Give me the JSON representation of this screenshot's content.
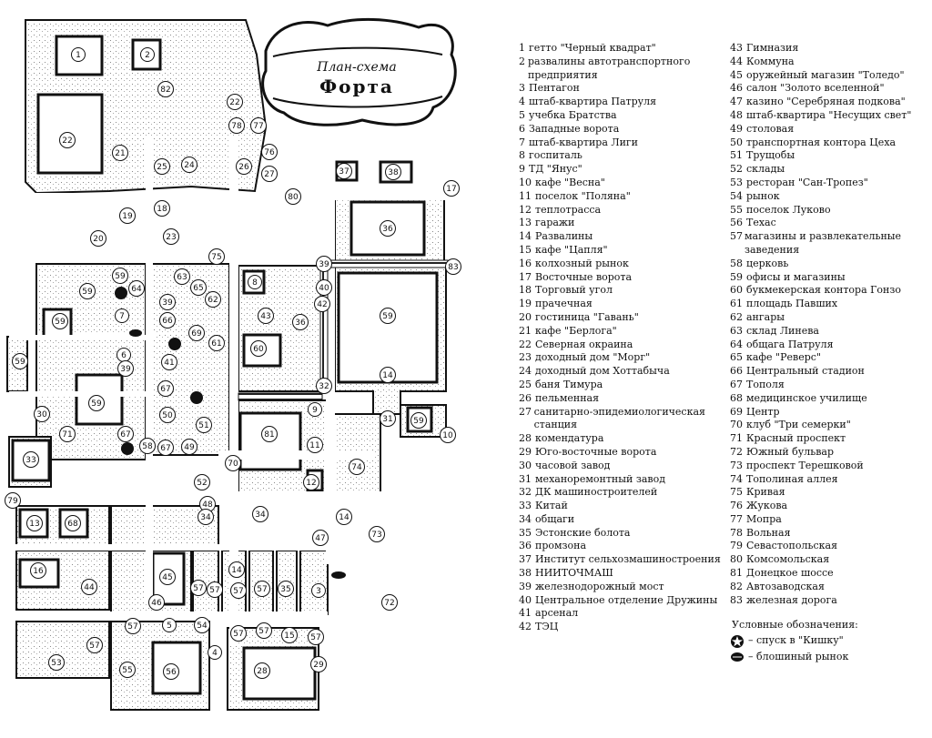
{
  "title": {
    "line1": "План-схема",
    "line2": "Форта"
  },
  "legend": {
    "items": [
      {
        "n": "1",
        "text": "гетто \"Черный квадрат\""
      },
      {
        "n": "2",
        "text": "развалины автотранспортного предприятия"
      },
      {
        "n": "3",
        "text": "Пентагон"
      },
      {
        "n": "4",
        "text": "штаб-квартира Патруля"
      },
      {
        "n": "5",
        "text": "учебка Братства"
      },
      {
        "n": "6",
        "text": "Западные ворота"
      },
      {
        "n": "7",
        "text": "штаб-квартира Лиги"
      },
      {
        "n": "8",
        "text": "госпиталь"
      },
      {
        "n": "9",
        "text": "ТД \"Янус\""
      },
      {
        "n": "10",
        "text": "кафе \"Весна\""
      },
      {
        "n": "11",
        "text": "поселок \"Поляна\""
      },
      {
        "n": "12",
        "text": "теплотрасса"
      },
      {
        "n": "13",
        "text": "гаражи"
      },
      {
        "n": "14",
        "text": "Развалины"
      },
      {
        "n": "15",
        "text": "кафе \"Цапля\""
      },
      {
        "n": "16",
        "text": "колхозный рынок"
      },
      {
        "n": "17",
        "text": "Восточные ворота"
      },
      {
        "n": "18",
        "text": "Торговый угол"
      },
      {
        "n": "19",
        "text": "прачечная"
      },
      {
        "n": "20",
        "text": "гостиница \"Гавань\""
      },
      {
        "n": "21",
        "text": "кафе \"Берлога\""
      },
      {
        "n": "22",
        "text": "Северная окраина"
      },
      {
        "n": "23",
        "text": "доходный дом \"Морг\""
      },
      {
        "n": "24",
        "text": "доходный дом Хоттабыча"
      },
      {
        "n": "25",
        "text": "баня Тимура"
      },
      {
        "n": "26",
        "text": "пельменная"
      },
      {
        "n": "27",
        "text": "санитарно-эпидемиологическая станция"
      },
      {
        "n": "28",
        "text": "комендатура"
      },
      {
        "n": "29",
        "text": "Юго-восточные ворота"
      },
      {
        "n": "30",
        "text": "часовой завод"
      },
      {
        "n": "31",
        "text": "механоремонтный завод"
      },
      {
        "n": "32",
        "text": "ДК машиностроителей"
      },
      {
        "n": "33",
        "text": "Китай"
      },
      {
        "n": "34",
        "text": "общаги"
      },
      {
        "n": "35",
        "text": "Эстонские болота"
      },
      {
        "n": "36",
        "text": "промзона"
      },
      {
        "n": "37",
        "text": "Институт сельхозмашиностроения"
      },
      {
        "n": "38",
        "text": "НИИТОЧМАШ"
      },
      {
        "n": "39",
        "text": "железнодорожный мост"
      },
      {
        "n": "40",
        "text": "Центральное отделение Дружины"
      },
      {
        "n": "41",
        "text": "арсенал"
      },
      {
        "n": "42",
        "text": "ТЭЦ"
      },
      {
        "n": "43",
        "text": "Гимназия"
      },
      {
        "n": "44",
        "text": "Коммуна"
      },
      {
        "n": "45",
        "text": "оружейный магазин \"Толедо\""
      },
      {
        "n": "46",
        "text": "салон \"Золото вселенной\""
      },
      {
        "n": "47",
        "text": "казино \"Серебряная подкова\""
      },
      {
        "n": "48",
        "text": "штаб-квартира \"Несущих свет\""
      },
      {
        "n": "49",
        "text": "столовая"
      },
      {
        "n": "50",
        "text": "транспортная контора Цеха"
      },
      {
        "n": "51",
        "text": "Трущобы"
      },
      {
        "n": "52",
        "text": "склады"
      },
      {
        "n": "53",
        "text": "ресторан \"Сан-Тропез\""
      },
      {
        "n": "54",
        "text": "рынок"
      },
      {
        "n": "55",
        "text": "поселок Луково"
      },
      {
        "n": "56",
        "text": "Техас"
      },
      {
        "n": "57",
        "text": "магазины и развлекательные заведения"
      },
      {
        "n": "58",
        "text": "церковь"
      },
      {
        "n": "59",
        "text": "офисы и магазины"
      },
      {
        "n": "60",
        "text": "букмекерская контора Гонзо"
      },
      {
        "n": "61",
        "text": "площадь Павших"
      },
      {
        "n": "62",
        "text": "ангары"
      },
      {
        "n": "63",
        "text": "склад Линева"
      },
      {
        "n": "64",
        "text": "общага Патруля"
      },
      {
        "n": "65",
        "text": "кафе \"Реверс\""
      },
      {
        "n": "66",
        "text": "Центральный стадион"
      },
      {
        "n": "67",
        "text": "Тополя"
      },
      {
        "n": "68",
        "text": "медицинское училище"
      },
      {
        "n": "69",
        "text": "Центр"
      },
      {
        "n": "70",
        "text": "клуб \"Три семерки\""
      },
      {
        "n": "71",
        "text": "Красный проспект"
      },
      {
        "n": "72",
        "text": "Южный бульвар"
      },
      {
        "n": "73",
        "text": "проспект Терешковой"
      },
      {
        "n": "74",
        "text": "Тополиная аллея"
      },
      {
        "n": "75",
        "text": "Кривая"
      },
      {
        "n": "76",
        "text": "Жукова"
      },
      {
        "n": "77",
        "text": "Мопра"
      },
      {
        "n": "78",
        "text": "Вольная"
      },
      {
        "n": "79",
        "text": "Севастопольская"
      },
      {
        "n": "80",
        "text": "Комсомольская"
      },
      {
        "n": "81",
        "text": "Донецкое шоссе"
      },
      {
        "n": "82",
        "text": "Автозаводская"
      },
      {
        "n": "83",
        "text": "железная дорога"
      }
    ],
    "conventions": {
      "title": "Условные  обозначения:",
      "kishka": "– спуск в \"Кишку\"",
      "market": "– блошиный рынок"
    }
  },
  "map_markers": [
    "1",
    "2",
    "82",
    "22",
    "78",
    "77",
    "22",
    "21",
    "25",
    "24",
    "26",
    "27",
    "76",
    "37",
    "38",
    "80",
    "17",
    "19",
    "18",
    "36",
    "20",
    "23",
    "75",
    "83",
    "39",
    "59",
    "63",
    "40",
    "8",
    "59",
    "64",
    "65",
    "62",
    "39",
    "42",
    "43",
    "36",
    "59",
    "7",
    "59",
    "66",
    "69",
    "61",
    "41",
    "60",
    "6",
    "59",
    "39",
    "32",
    "14",
    "59",
    "67",
    "50",
    "9",
    "30",
    "31",
    "59",
    "67",
    "51",
    "81",
    "10",
    "71",
    "58",
    "67",
    "49",
    "11",
    "33",
    "74",
    "70",
    "52",
    "12",
    "79",
    "48",
    "34",
    "14",
    "13",
    "68",
    "34",
    "73",
    "47",
    "14",
    "16",
    "44",
    "45",
    "57",
    "57",
    "57",
    "57",
    "35",
    "72",
    "46",
    "54",
    "5",
    "57",
    "57",
    "57",
    "15",
    "57",
    "57",
    "3",
    "53",
    "4",
    "55",
    "56",
    "28",
    "29"
  ]
}
